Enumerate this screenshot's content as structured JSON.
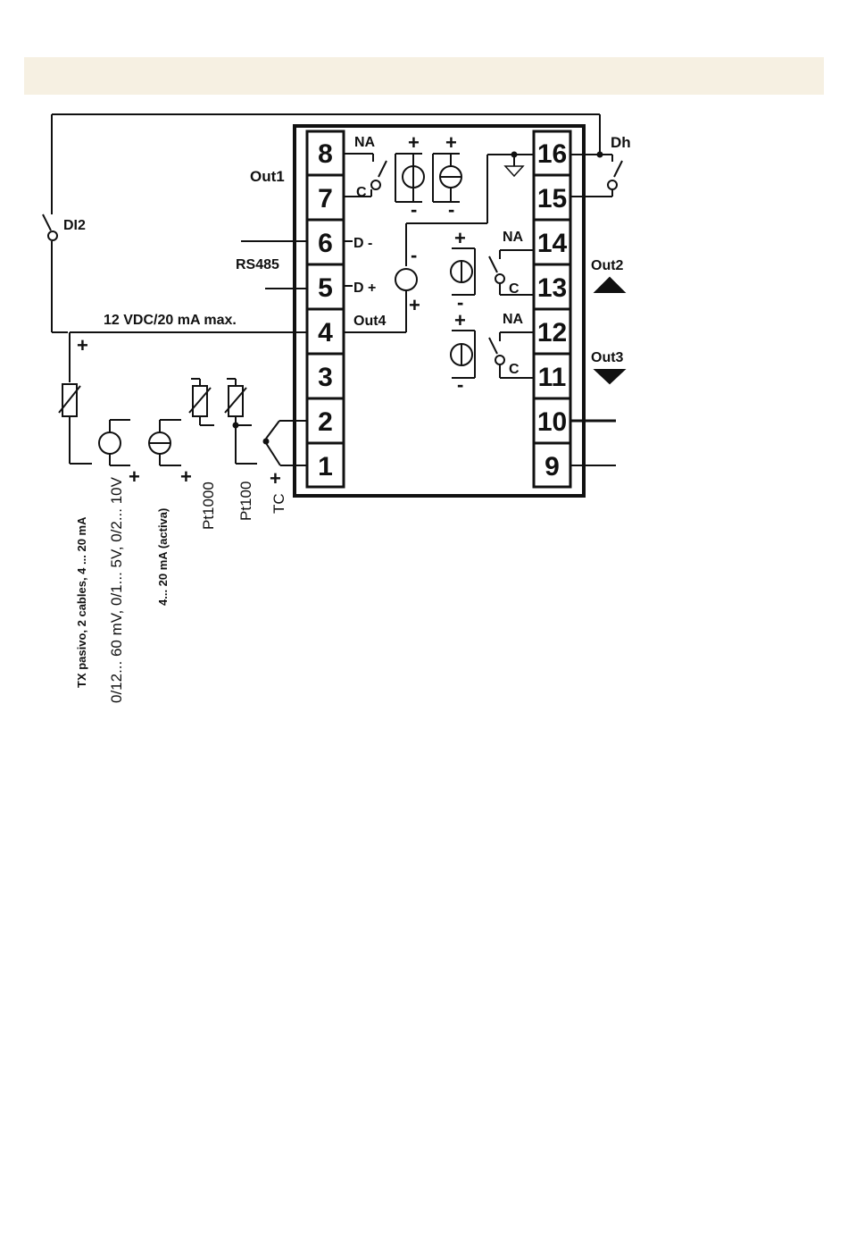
{
  "colors": {
    "header_band": "#f6f0e2",
    "ink": "#111111"
  },
  "terminals_left": [
    "8",
    "7",
    "6",
    "5",
    "4",
    "3",
    "2",
    "1"
  ],
  "terminals_right": [
    "16",
    "15",
    "14",
    "13",
    "12",
    "11",
    "10",
    "9"
  ],
  "labels": {
    "out1": "Out1",
    "out2": "Out2",
    "out3": "Out3",
    "out4": "Out4",
    "rs485": "RS485",
    "d_minus": "D -",
    "d_plus": "D +",
    "di2": "DI2",
    "di1": "Dh",
    "supply": "12 VDC/20 mA max.",
    "na": "NA",
    "c": "C",
    "plus": "+",
    "minus": "-",
    "tc": "TC",
    "pt100": "Pt100",
    "pt1000": "Pt1000",
    "active": "4... 20 mA (activa)",
    "voltage": "0/12... 60 mV, 0/1... 5V, 0/2... 10V",
    "tx": "TX pasivo, 2 cables, 4 ... 20 mA"
  }
}
